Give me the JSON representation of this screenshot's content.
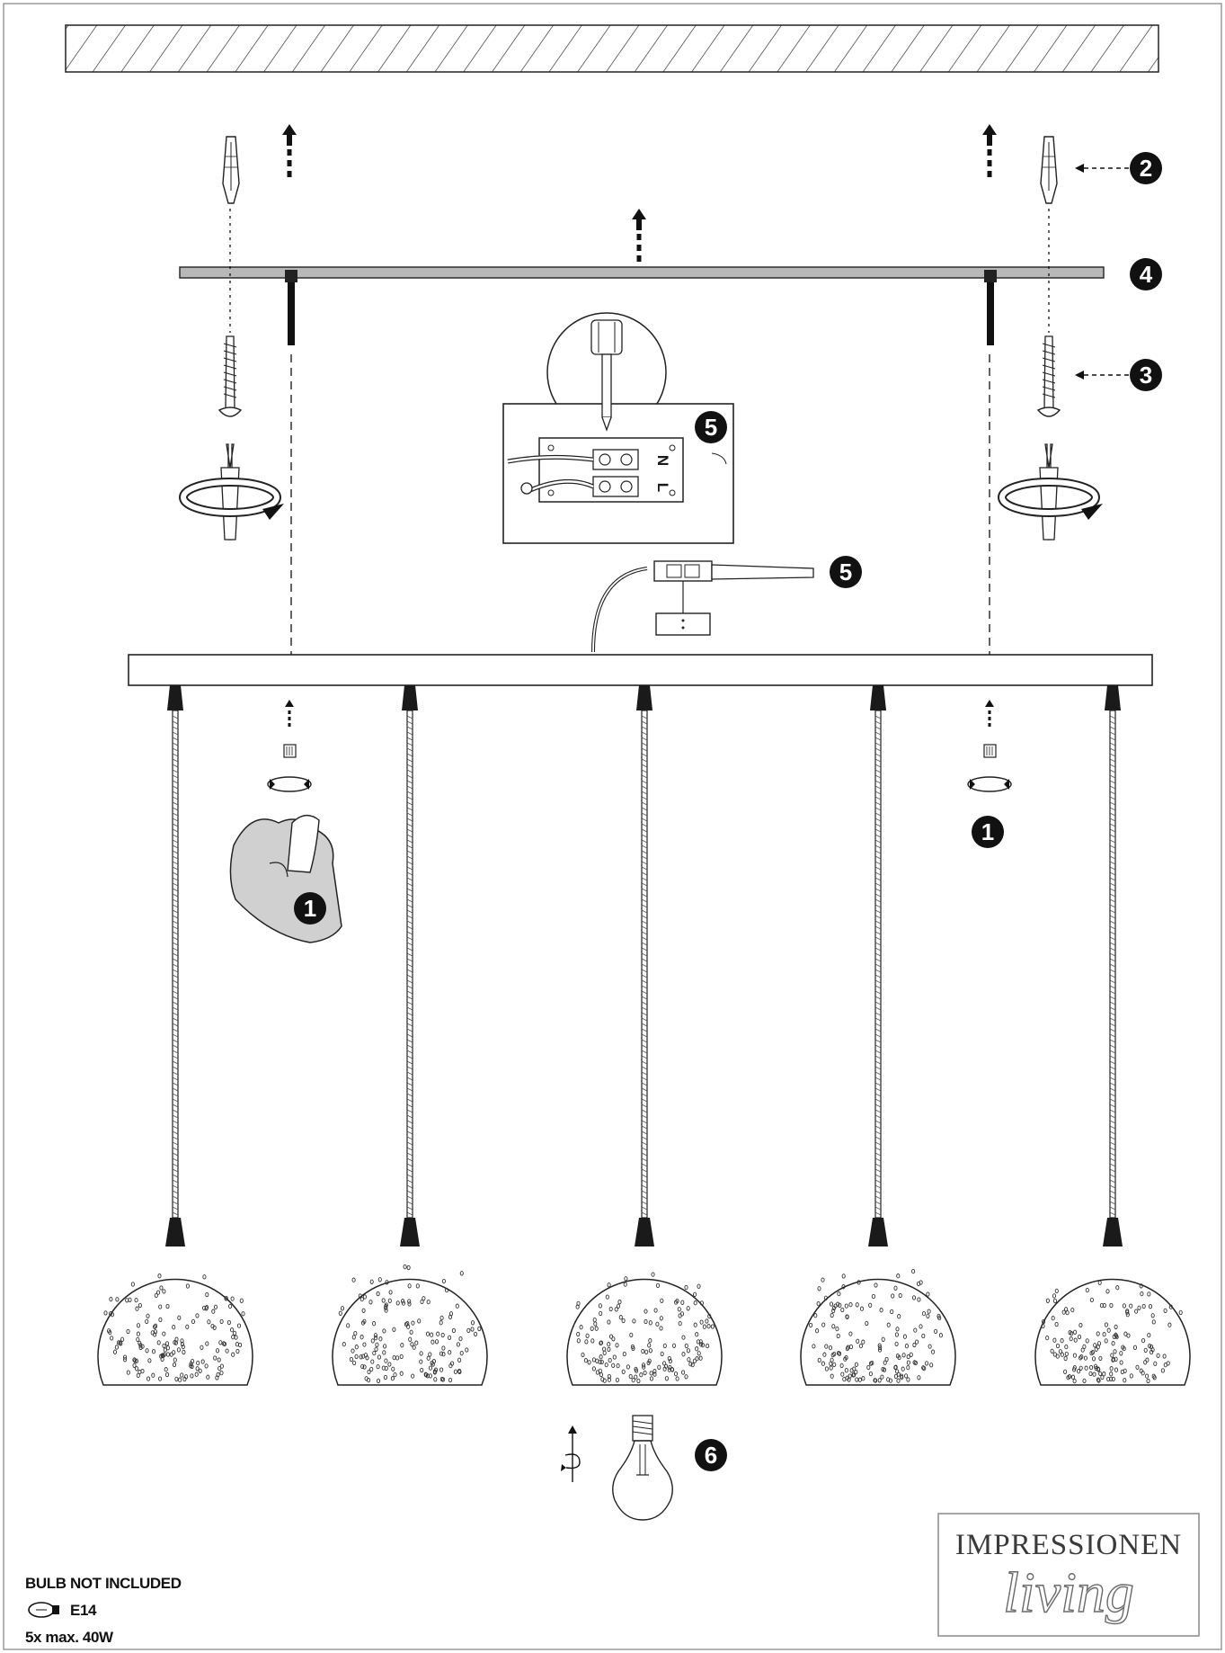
{
  "steps": {
    "s1": "1",
    "s2": "2",
    "s3": "3",
    "s4": "4",
    "s5": "5",
    "s6": "6"
  },
  "terminal": {
    "neutral": "N",
    "live": "L"
  },
  "footer": {
    "bulb_note": "BULB NOT INCLUDED",
    "socket": "E14",
    "wattage": "5x max. 40W"
  },
  "logo": {
    "top": "IMPRESSIONEN",
    "script": "living"
  },
  "colors": {
    "line": "#1a1a1a",
    "plate": "#b8b8b8",
    "badge": "#111111",
    "logo": "#555555"
  },
  "pendant_count": 5
}
